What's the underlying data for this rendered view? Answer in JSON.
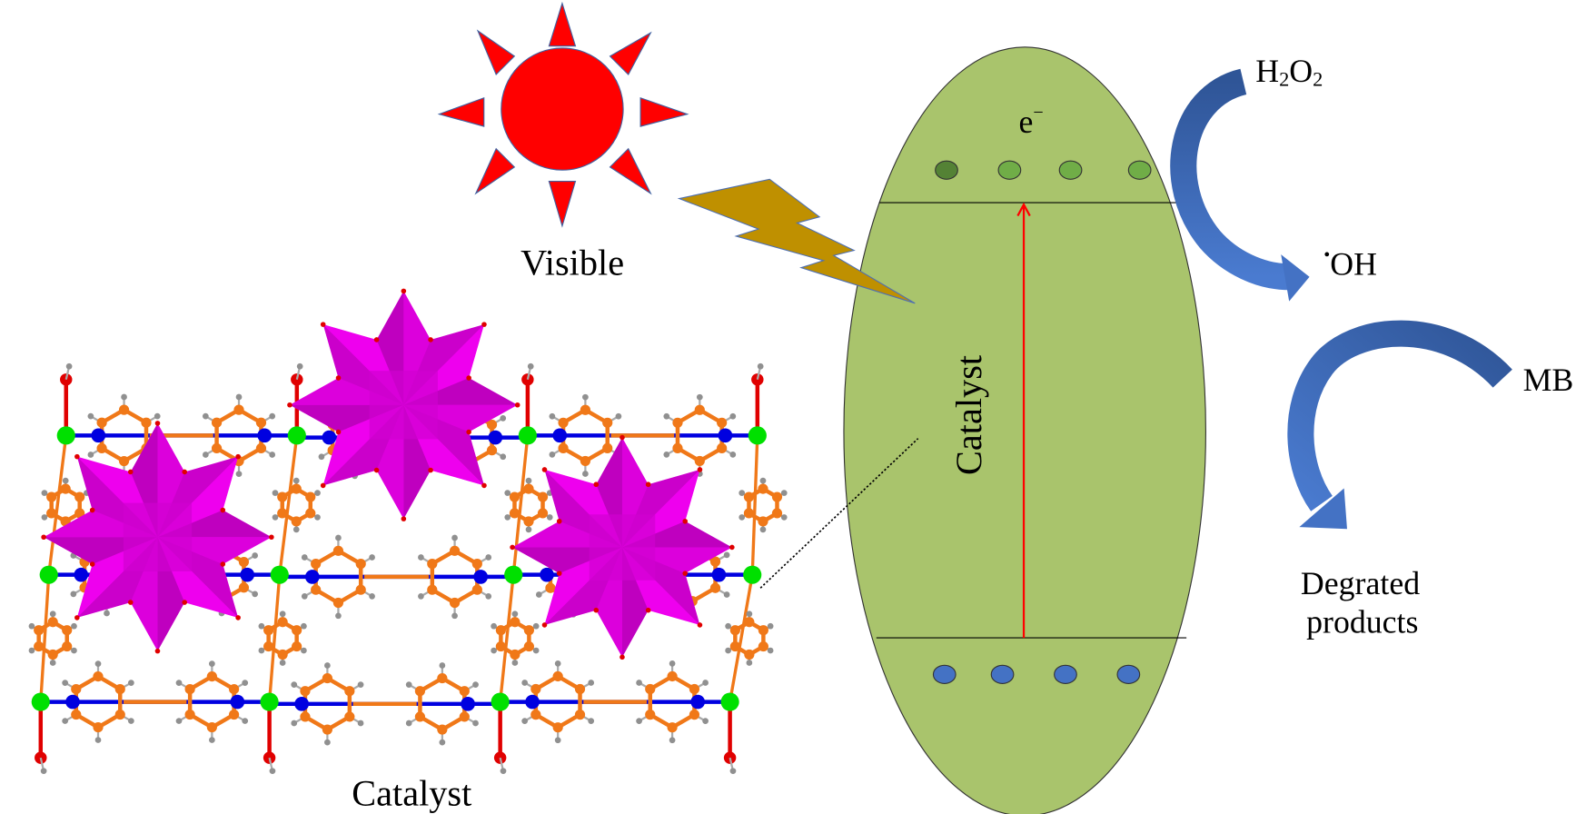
{
  "labels": {
    "visible": "Visible",
    "catalyst_bottom": "Catalyst",
    "catalyst_vertical": "Catalyst",
    "electron": "e",
    "electron_charge": "−",
    "h2o2_h": "H",
    "h2o2_sub1": "2",
    "h2o2_o": "O",
    "h2o2_sub2": "2",
    "oh_radical_dot": "•",
    "oh_radical": "OH",
    "mb": "MB",
    "degraded_line1": "Degrated",
    "degraded_line2": "products"
  },
  "colors": {
    "sun": "#ff0000",
    "bolt": "#bf9000",
    "ellipse": "#a9c46c",
    "electron_dark": "#548235",
    "electron": "#70ad47",
    "hole": "#4472c4",
    "arrow_dark": "#2f5597",
    "arrow_light": "#4472c4",
    "pom": "#ff00ff",
    "carbon": "#f07818",
    "nitrogen": "#0000e0",
    "copper": "#00e000",
    "oxygen": "#e00000",
    "hydrogen": "#909090"
  }
}
